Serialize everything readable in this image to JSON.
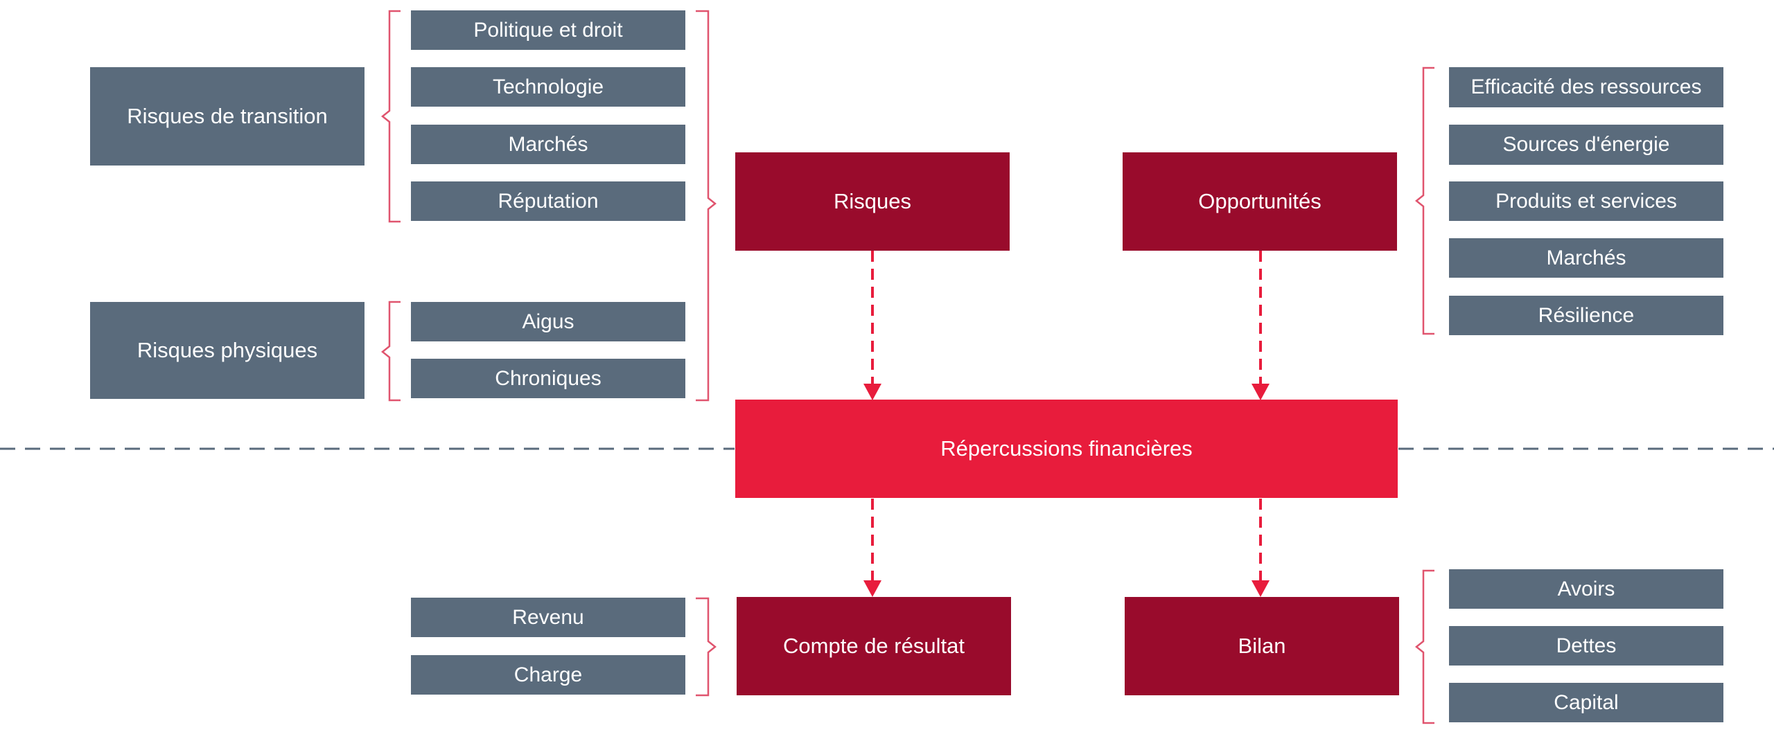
{
  "categories": {
    "transition": "Risques de transition",
    "physical": "Risques physiques"
  },
  "transition_items": [
    "Politique et droit",
    "Technologie",
    "Marchés",
    "Réputation"
  ],
  "physical_items": [
    "Aigus",
    "Chroniques"
  ],
  "central": {
    "risks": "Risques",
    "opportunities": "Opportunités",
    "financial_impact": "Répercussions financières",
    "income_statement": "Compte de résultat",
    "balance_sheet": "Bilan"
  },
  "opportunity_items": [
    "Efficacité des ressources",
    "Sources d'énergie",
    "Produits et services",
    "Marchés",
    "Résilience"
  ],
  "income_items": [
    "Revenu",
    "Charge"
  ],
  "balance_items": [
    "Avoirs",
    "Dettes",
    "Capital"
  ],
  "colors": {
    "grey_box": "#5a6b7c",
    "dark_red": "#990b2c",
    "bright_red": "#e81c3c",
    "dashed_separator": "#5a6b7c",
    "arrows": "#e81c3c",
    "brackets": "#e0546e"
  }
}
